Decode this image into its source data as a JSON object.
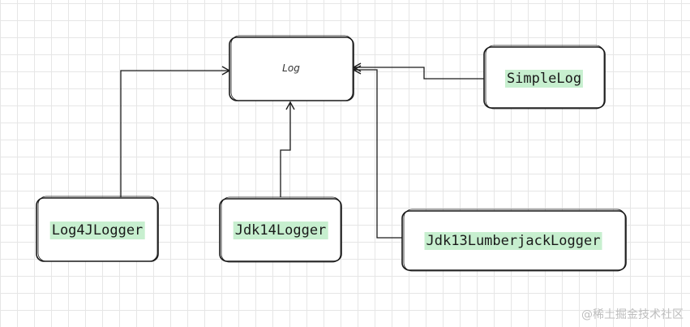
{
  "diagram": {
    "nodes": {
      "log": {
        "label": "Log"
      },
      "simplelog": {
        "label": "SimpleLog"
      },
      "log4jlogger": {
        "label": "Log4JLogger"
      },
      "jdk14logger": {
        "label": "Jdk14Logger"
      },
      "jdk13lumberjacklogger": {
        "label": "Jdk13LumberjackLogger"
      }
    },
    "edges": [
      {
        "from": "log4jlogger",
        "to": "log",
        "type": "generalization"
      },
      {
        "from": "jdk14logger",
        "to": "log",
        "type": "generalization"
      },
      {
        "from": "simplelog",
        "to": "log",
        "type": "generalization"
      },
      {
        "from": "jdk13lumberjacklogger",
        "to": "log",
        "type": "generalization"
      }
    ],
    "colors": {
      "label_highlight": "#c7efcf",
      "stroke": "#1a1a1a",
      "grid": "#e6e6e6"
    }
  },
  "watermark": {
    "text": "@稀土掘金技术社区"
  }
}
